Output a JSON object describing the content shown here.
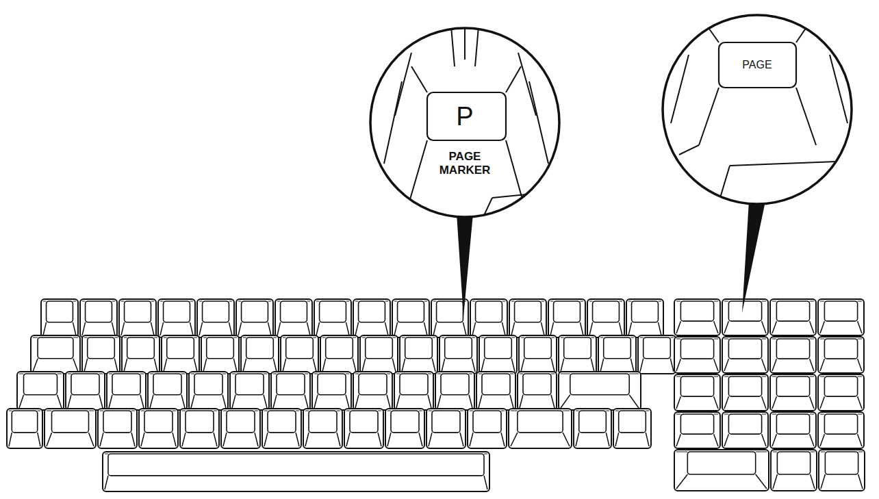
{
  "diagram": {
    "nodes": [
      {
        "text": [
          "P",
          "PAGE MARKER"
        ]
      },
      {
        "text": [
          "PAGE"
        ]
      }
    ]
  }
}
